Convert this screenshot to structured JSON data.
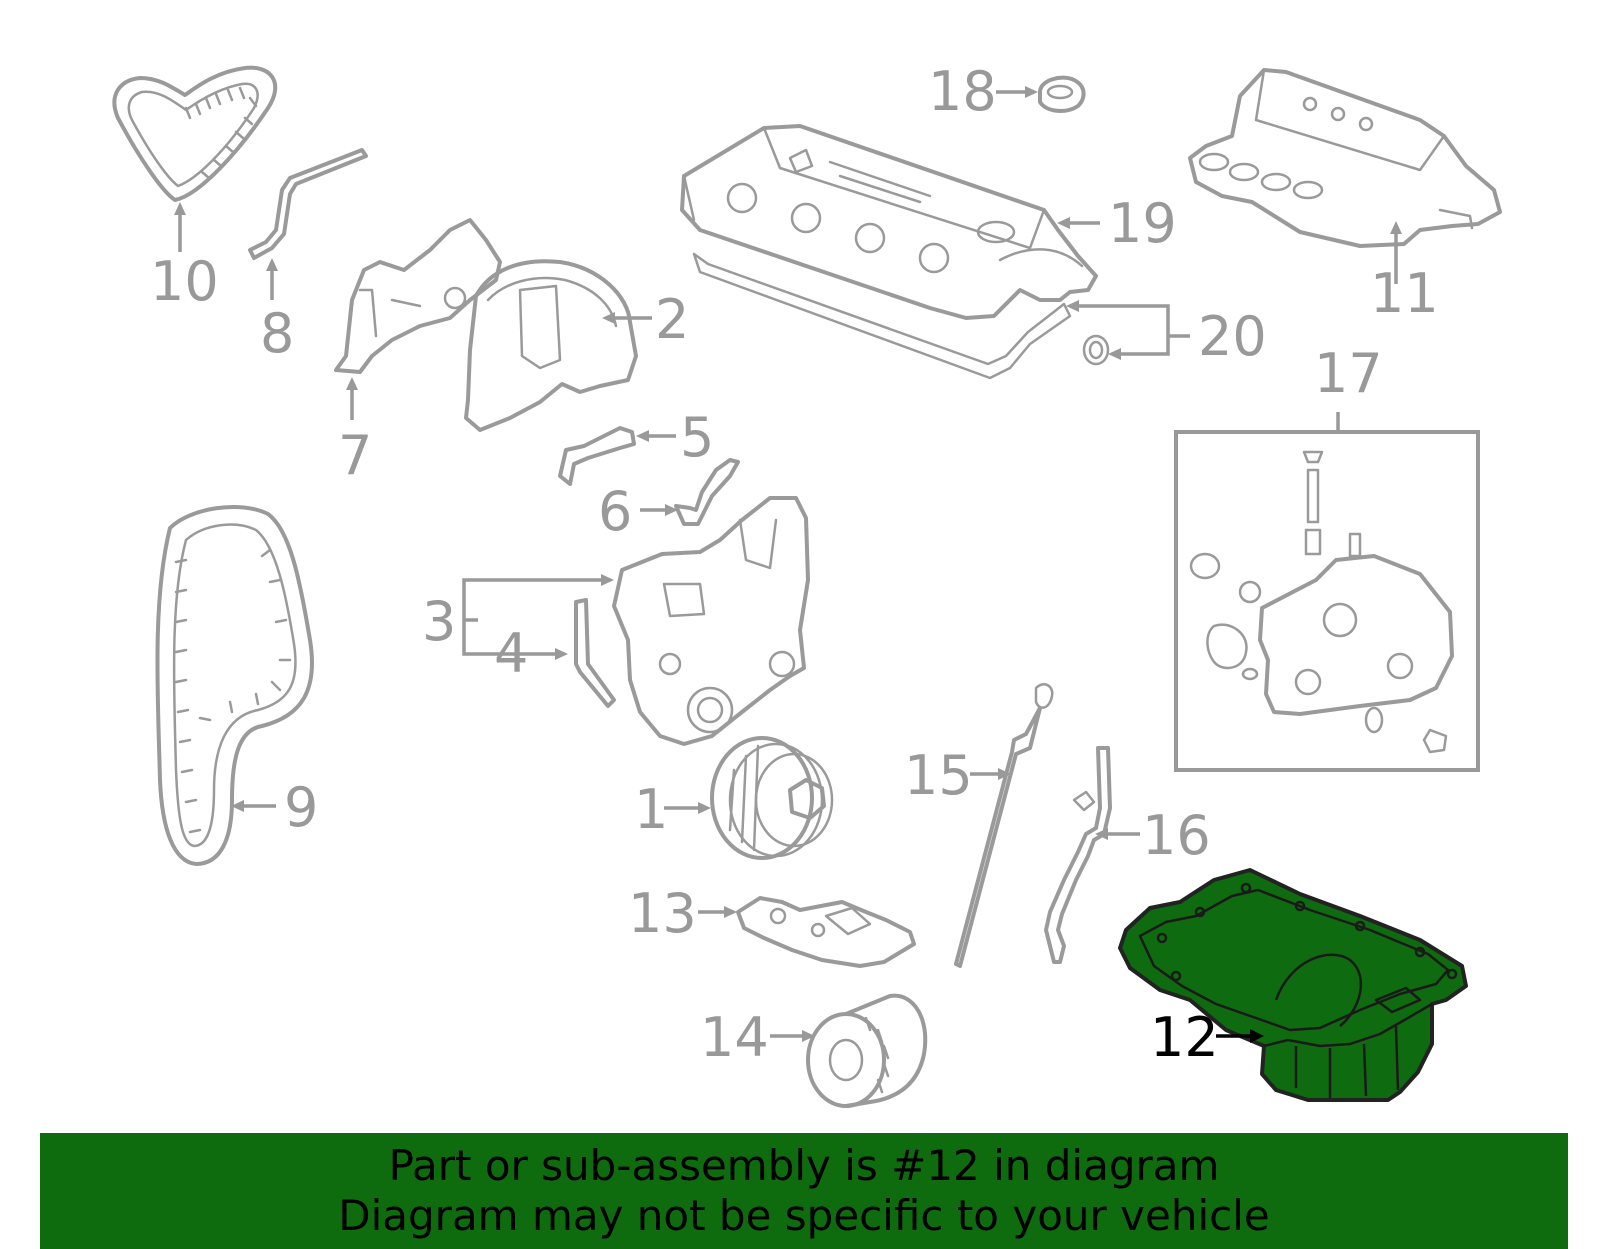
{
  "callouts": {
    "c1": "1",
    "c2": "2",
    "c3": "3",
    "c4": "4",
    "c5": "5",
    "c6": "6",
    "c7": "7",
    "c8": "8",
    "c9": "9",
    "c10": "10",
    "c11": "11",
    "c12": "12",
    "c13": "13",
    "c14": "14",
    "c15": "15",
    "c16": "16",
    "c17": "17",
    "c18": "18",
    "c19": "19",
    "c20": "20"
  },
  "highlighted_part": "12",
  "colors": {
    "highlight": "#0f6b0f",
    "banner": "#0e6b0e",
    "part_outline": "#9a9a9a"
  },
  "banner": {
    "line1": "Part or sub-assembly is #12 in diagram",
    "line2": "Diagram may not be specific to your vehicle"
  }
}
